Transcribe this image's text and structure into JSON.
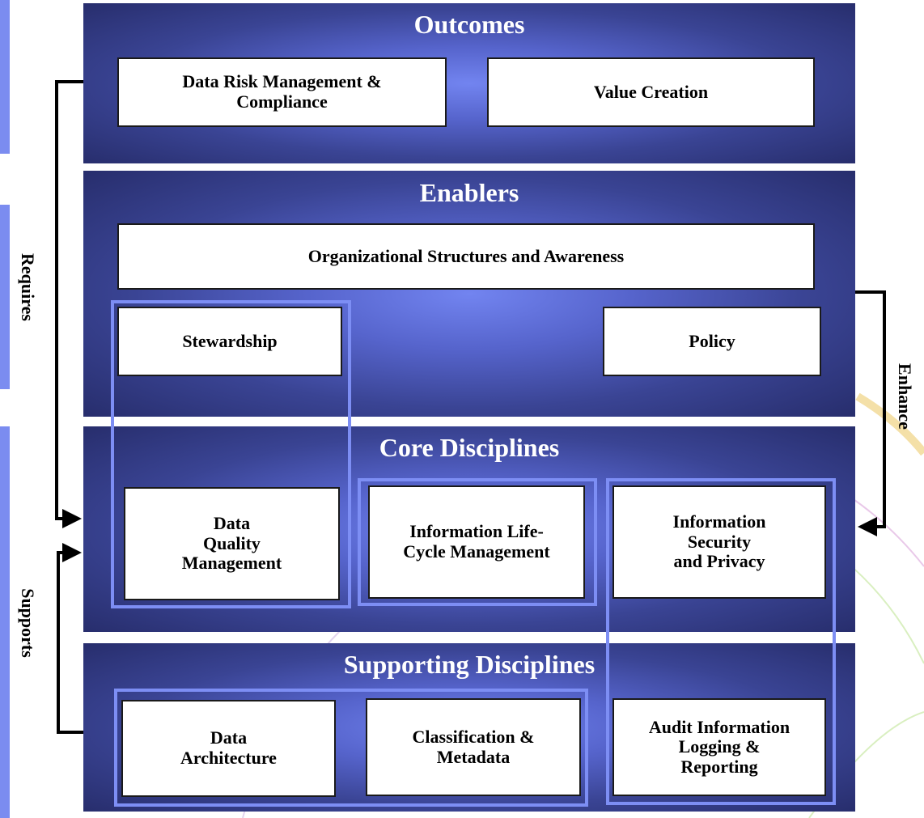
{
  "colors": {
    "band_dark": "#262c6a",
    "band_light": "#7284f0",
    "group_outline": "#7d8ef4",
    "side_tab": "#7b8cf0"
  },
  "bands": {
    "outcomes": "Outcomes",
    "enablers": "Enablers",
    "core": "Core Disciplines",
    "supporting": "Supporting Disciplines"
  },
  "boxes": {
    "risk": "Data Risk Management &\nCompliance",
    "value": "Value Creation",
    "org": "Organizational Structures and Awareness",
    "stewardship": "Stewardship",
    "policy": "Policy",
    "dqm": "Data\nQuality\nManagement",
    "ilm": "Information Life-\nCycle Management",
    "security": "Information\nSecurity\nand Privacy",
    "architecture": "Data\nArchitecture",
    "classification": "Classification &\nMetadata",
    "audit": "Audit Information\nLogging &\nReporting"
  },
  "side_labels": {
    "requires": "Requires",
    "supports": "Supports",
    "enhance": "Enhance"
  }
}
